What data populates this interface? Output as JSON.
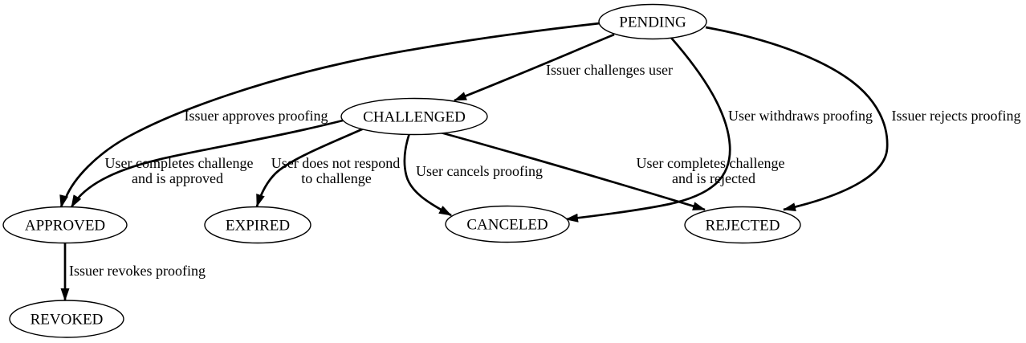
{
  "diagram": {
    "kind": "state-transition-graph",
    "colors": {
      "background": "#ffffff",
      "stroke": "#000000",
      "text": "#000000"
    },
    "nodes": {
      "pending": {
        "label": "PENDING"
      },
      "challenged": {
        "label": "CHALLENGED"
      },
      "approved": {
        "label": "APPROVED"
      },
      "expired": {
        "label": "EXPIRED"
      },
      "canceled": {
        "label": "CANCELED"
      },
      "rejected": {
        "label": "REJECTED"
      },
      "revoked": {
        "label": "REVOKED"
      }
    },
    "edges": {
      "pending_challenged": {
        "from": "PENDING",
        "to": "CHALLENGED",
        "label": "Issuer challenges user"
      },
      "pending_approved": {
        "from": "PENDING",
        "to": "APPROVED",
        "label": "Issuer approves proofing"
      },
      "pending_canceled": {
        "from": "PENDING",
        "to": "CANCELED",
        "label": "User withdraws proofing"
      },
      "pending_rejected": {
        "from": "PENDING",
        "to": "REJECTED",
        "label": "Issuer rejects proofing"
      },
      "challenged_approved": {
        "from": "CHALLENGED",
        "to": "APPROVED",
        "lines": [
          "User completes challenge",
          "and is approved"
        ]
      },
      "challenged_expired": {
        "from": "CHALLENGED",
        "to": "EXPIRED",
        "lines": [
          "User does not respond",
          "to challenge"
        ]
      },
      "challenged_canceled": {
        "from": "CHALLENGED",
        "to": "CANCELED",
        "label": "User cancels proofing"
      },
      "challenged_rejected": {
        "from": "CHALLENGED",
        "to": "REJECTED",
        "lines": [
          "User completes challenge",
          "and is rejected"
        ]
      },
      "approved_revoked": {
        "from": "APPROVED",
        "to": "REVOKED",
        "label": "Issuer revokes proofing"
      }
    }
  }
}
